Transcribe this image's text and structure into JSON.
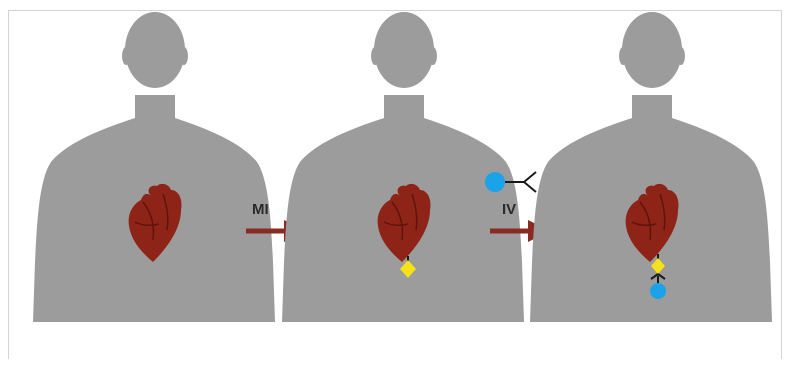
{
  "panels": [
    {
      "id": "before",
      "has_marker": false,
      "has_antibody": false
    },
    {
      "id": "after-mi",
      "has_marker": true,
      "has_antibody": false
    },
    {
      "id": "after-iv",
      "has_marker": true,
      "has_antibody": true
    }
  ],
  "steps": [
    {
      "label": "MI"
    },
    {
      "label": "IV"
    }
  ],
  "colors": {
    "silhouette": "#9c9c9c",
    "heart": "#8e2418",
    "heart_dark": "#5e130c",
    "arrow": "#8a2a22",
    "marker": "#f5e21b",
    "probe": "#1aa3e8",
    "linker": "#1a1a1a"
  }
}
